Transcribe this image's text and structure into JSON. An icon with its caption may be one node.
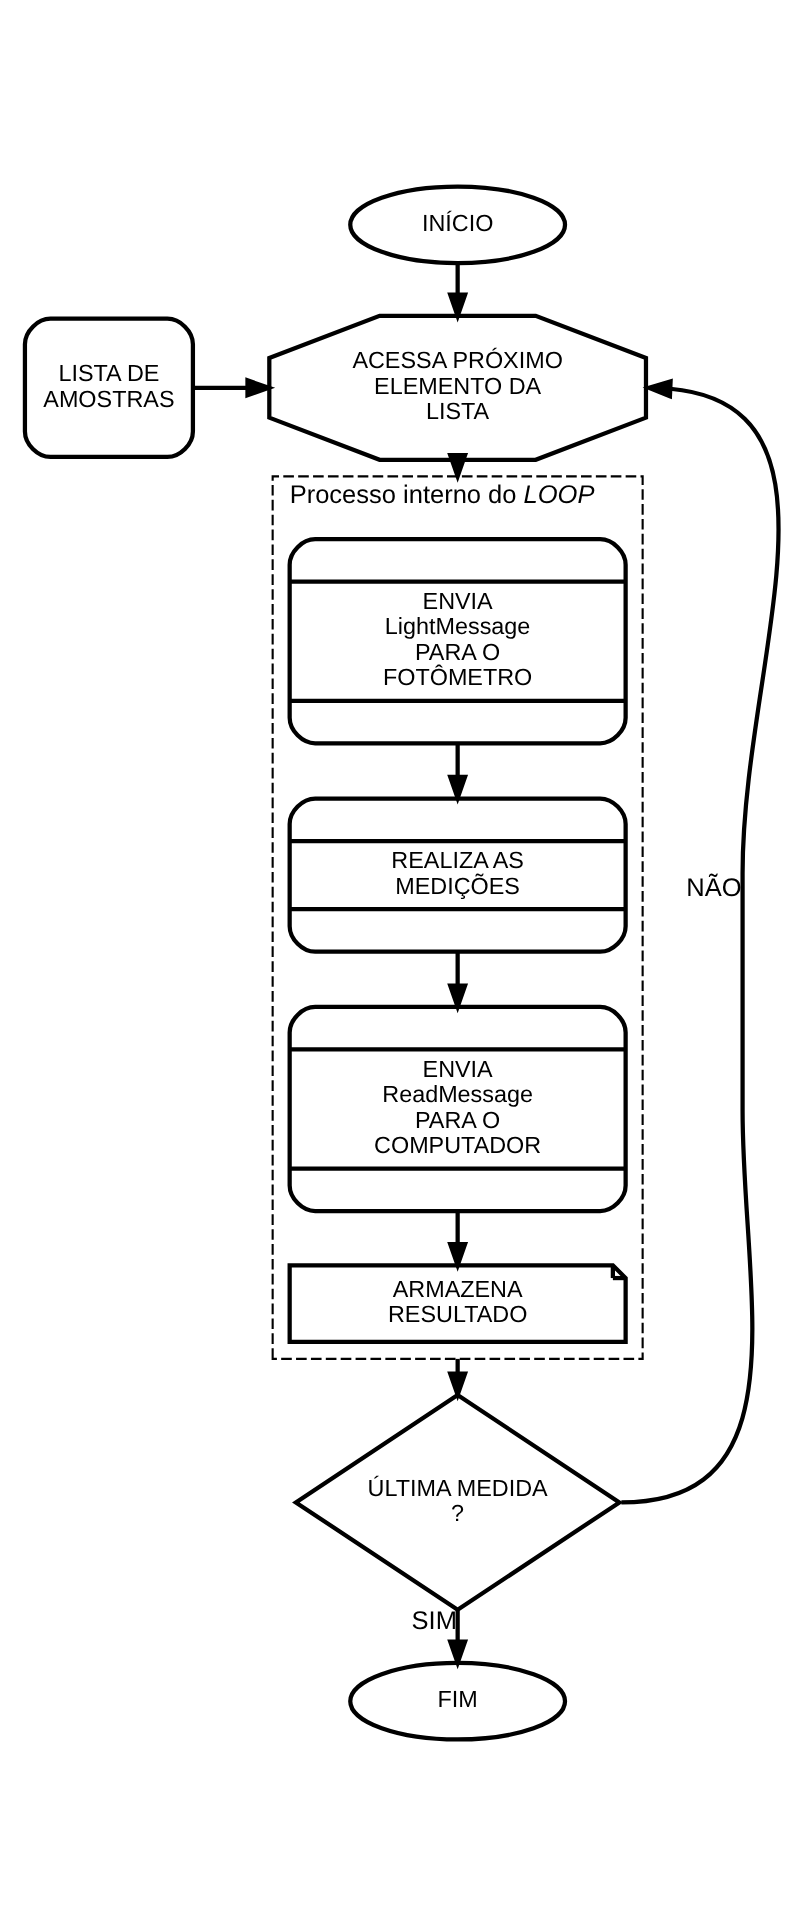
{
  "diagram": {
    "nodes": [
      {
        "text": [
          "INÍCIO"
        ]
      },
      {
        "text": [
          "LISTA DE AMOSTRAS"
        ]
      },
      {
        "text": [
          "ACESSA PRÓXIMO ELEMENTO DA LISTA"
        ]
      },
      {
        "text": [
          "Processo interno do *LOOP*"
        ]
      },
      {
        "text": [
          "ENVIA LightMessage PARA O FOTÔMETRO"
        ],
        "in": 3
      },
      {
        "text": [
          "REALIZA AS MEDIÇÕES"
        ],
        "in": 3
      },
      {
        "text": [
          "ENVIA ReadMessage PARA O COMPUTADOR"
        ],
        "in": 3
      },
      {
        "text": [
          "ARMAZENA RESULTADO"
        ],
        "in": 3
      },
      {
        "text": [
          "ÚLTIMA MEDIDA ?"
        ]
      },
      {
        "text": [
          "FIM"
        ]
      }
    ],
    "edges": [
      {
        "from": 0,
        "to": 2,
        "arrow": "to"
      },
      {
        "from": 1,
        "to": 2,
        "arrow": "to"
      },
      {
        "from": 2,
        "to": 3,
        "arrow": "to"
      },
      {
        "from": 4,
        "to": 5,
        "arrow": "to"
      },
      {
        "from": 5,
        "to": 6,
        "arrow": "to"
      },
      {
        "from": 6,
        "to": 7,
        "arrow": "to"
      },
      {
        "from": 3,
        "to": 8,
        "arrow": "to"
      },
      {
        "from": 8,
        "to": 2,
        "label": "NÃO",
        "arrow": "to"
      },
      {
        "from": 8,
        "to": 9,
        "label": "SIM",
        "arrow": "to"
      }
    ]
  }
}
